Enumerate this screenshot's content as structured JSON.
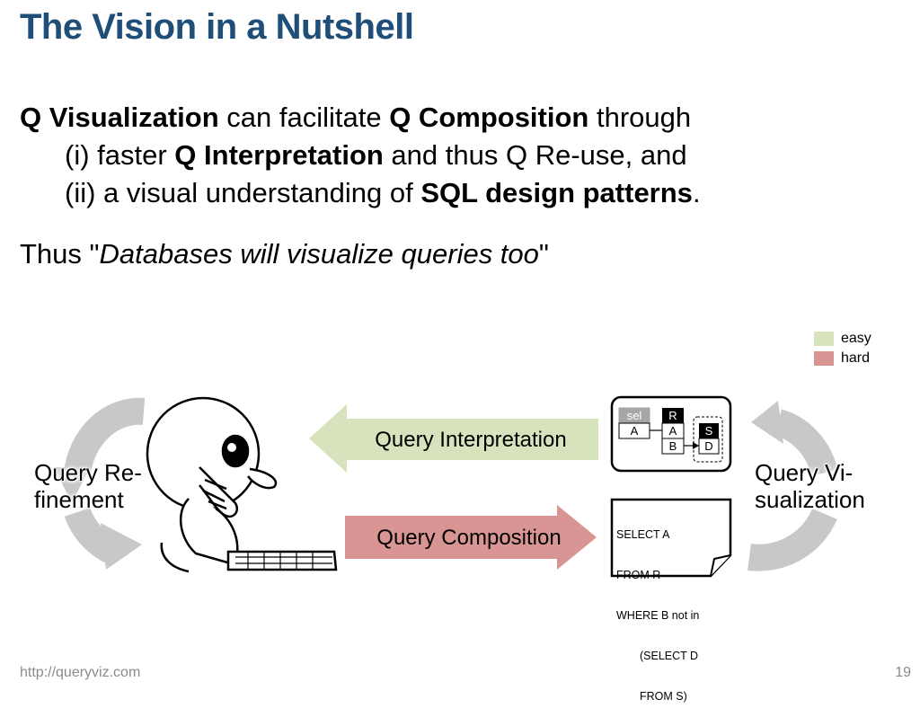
{
  "slide": {
    "title": "The Vision in a Nutshell",
    "line1": {
      "b1": "Q Visualization",
      "t1": " can facilitate ",
      "b2": "Q Composition",
      "t2": " through"
    },
    "line2": {
      "t1": "(i)  faster ",
      "b1": "Q Interpretation",
      "t2": " and thus Q Re-use, and"
    },
    "line3": {
      "t1": "(ii) a visual understanding of ",
      "b1": "SQL design patterns",
      "t2": "."
    },
    "quote": {
      "prefix": "Thus \"",
      "italic": "Databases will visualize queries too",
      "suffix": "\""
    }
  },
  "legend": {
    "easy": {
      "label": "easy",
      "color": "#d6e3bc"
    },
    "hard": {
      "label": "hard",
      "color": "#d99594"
    }
  },
  "diagram": {
    "interpretation_label": "Query Interpretation",
    "composition_label": "Query Composition",
    "refinement_line1": "Query Re-",
    "refinement_line2": "finement",
    "visualization_line1": "Query Vi-",
    "visualization_line2": "sualization",
    "viz": {
      "sel_header": "sel",
      "sel_attr": "A",
      "r_header": "R",
      "r_attr1": "A",
      "r_attr2": "B",
      "s_header": "S",
      "s_attr": "D"
    },
    "sql": {
      "l1": "SELECT A",
      "l2": "FROM R",
      "l3": "WHERE B not in",
      "l4": "(SELECT D",
      "l5": "FROM S)"
    }
  },
  "footer": {
    "url": "http://queryviz.com",
    "page": "19"
  }
}
